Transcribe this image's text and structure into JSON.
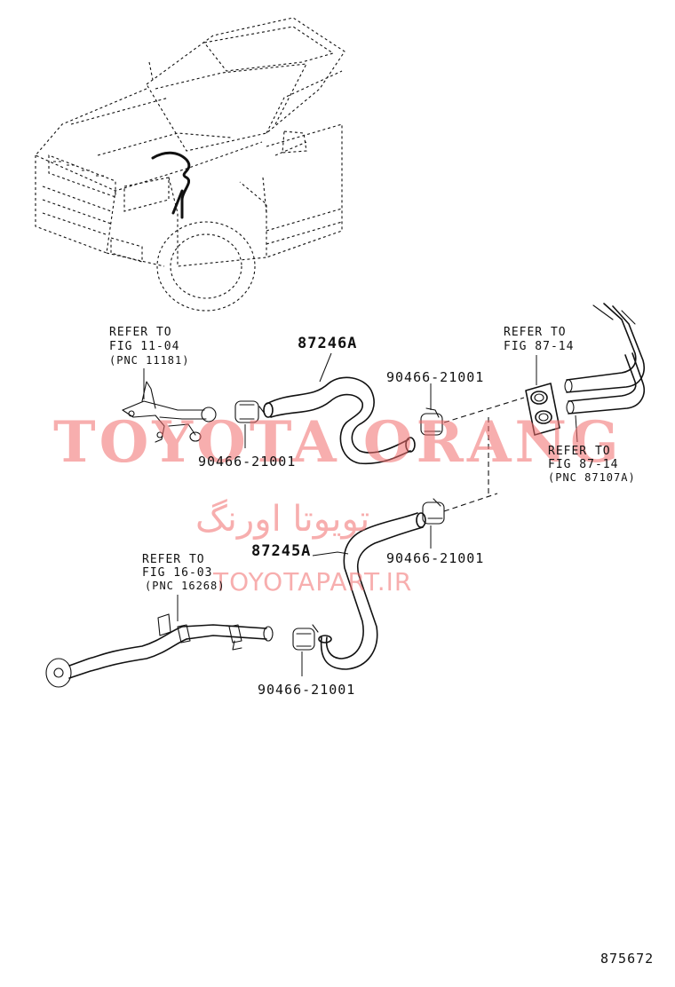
{
  "labels": {
    "refer_top_left": [
      "REFER TO",
      "FIG 11-04",
      "(PNC 11181)"
    ],
    "refer_top_right": [
      "REFER TO",
      "FIG 87-14"
    ],
    "refer_mid_right": [
      "REFER TO",
      "FIG 87-14",
      "(PNC 87107A)"
    ],
    "refer_bottom_left": [
      "REFER TO",
      "FIG 16-03",
      "(PNC 16268)"
    ]
  },
  "parts": {
    "hose_upper": "87246A",
    "hose_lower": "87245A",
    "clamp_upper_left": "90466-21001",
    "clamp_upper_right": "90466-21001",
    "clamp_lower_right": "90466-21001",
    "clamp_lower_left": "90466-21001"
  },
  "watermark": {
    "main": "TOYOTA ORANG",
    "persian": "تویوتا اورنگ",
    "url": "TOYOTAPART.IR"
  },
  "figure_number": "875672"
}
